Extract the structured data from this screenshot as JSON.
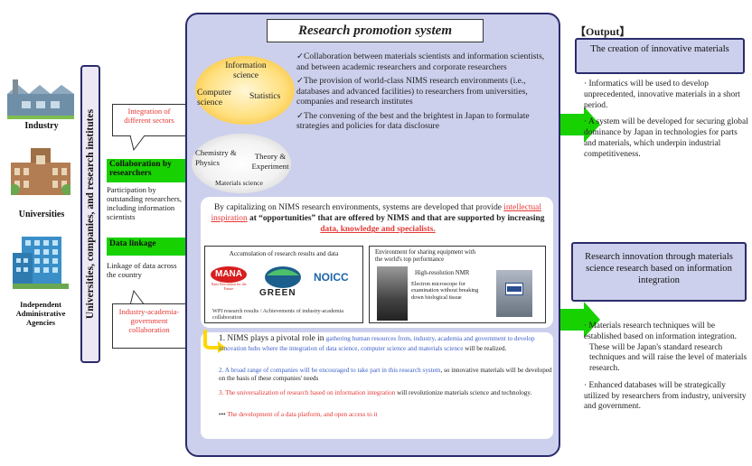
{
  "left": {
    "industry_label": "Industry",
    "universities_label": "Universities",
    "agencies_label": "Independent Administrative Agencies",
    "vertical_label": "Universities, companies, and research institutes"
  },
  "middle_col": {
    "callout_top": "Integration of different sectors",
    "arrow1_label": "Collaboration by researchers",
    "participation_text": "Participation by outstanding researchers, including information scientists",
    "arrow2_label": "Data linkage",
    "linkage_text": "Linkage of data across the country",
    "callout_bottom": "Industry-academia-government collaboration"
  },
  "panel": {
    "title": "Research promotion system",
    "ellipse1": {
      "information": "Information science",
      "computer": "Computer science",
      "statistics": "Statistics"
    },
    "ellipse2": {
      "chem": "Chemistry & Physics",
      "theory": "Theory & Experiment",
      "materials": "Materials science"
    },
    "bullets": [
      "✓Collaboration between materials scientists and information scientists, and between academic researchers and corporate researchers",
      "✓The provision of world-class NIMS research environments (i.e., databases and advanced facilities) to researchers from universities, companies and research institutes",
      "✓The convening of the best and the brightest in Japan to formulate strategies and policies for data disclosure"
    ],
    "center": {
      "part1": "By capitalizing on NIMS research environments, systems are developed that provide ",
      "link1": "intellectual inspiration",
      "part2": " at “opportunities” that are offered by NIMS and that are supported by increasing ",
      "link2": "data, knowledge and specialists."
    },
    "box_left": {
      "title": "Accumulation of research results and data",
      "logo1": "MANA",
      "logo1_sub": "Nano Revolution for the Future",
      "logo2": "GREEN",
      "logo3": "NOICC",
      "caption": "WPI research results / Achievements of industry-academia collaboration"
    },
    "box_right": {
      "title": "Environment for sharing equipment with the world's top performance",
      "nmr": "High-resolution NMR",
      "microscope": "Electron microscope for examination without breaking down biological tissue"
    },
    "list": [
      {
        "num": "1.",
        "a": "NIMS plays a pivotal role in ",
        "b": "gathering human resources from, industry, academia and government to develop innovation hubs where the integration of data science, computer science and materials science",
        "c": " will be realized."
      },
      {
        "num": "2.",
        "a": "",
        "b": "A broad range of companies will be encouraged to take part in this research system",
        "c": ", so innovative materials will be developed on the basis of these companies' needs"
      },
      {
        "num": "3.",
        "a": "",
        "b": "The universalization of research based on information integration",
        "c": " will revolutionize materials science and technology."
      }
    ],
    "dots": "•••",
    "last_line": "The development of a data platform, and open access to it"
  },
  "output": {
    "label": "【Output】",
    "box1": "The creation of innovative materials",
    "box1_bullets": [
      "· Informatics will be used to develop unprecedented, innovative materials in a short period.",
      "· A system will be developed for securing global dominance by Japan in technologies for parts and materials, which underpin industrial competitiveness."
    ],
    "box2": "Research innovation through materials science research based on information integration",
    "box2_bullets": [
      "· Materials research techniques will be established based on information integration.",
      "These will be Japan's standard research techniques and will raise the level of materials research.",
      "· Enhanced databases will be strategically utilized by researchers from industry, university and government."
    ]
  },
  "colors": {
    "panel": "#cdd0ec",
    "border": "#2b2b6b",
    "arrow": "#18d100",
    "red": "#e53935",
    "blue": "#3d5ec8"
  }
}
